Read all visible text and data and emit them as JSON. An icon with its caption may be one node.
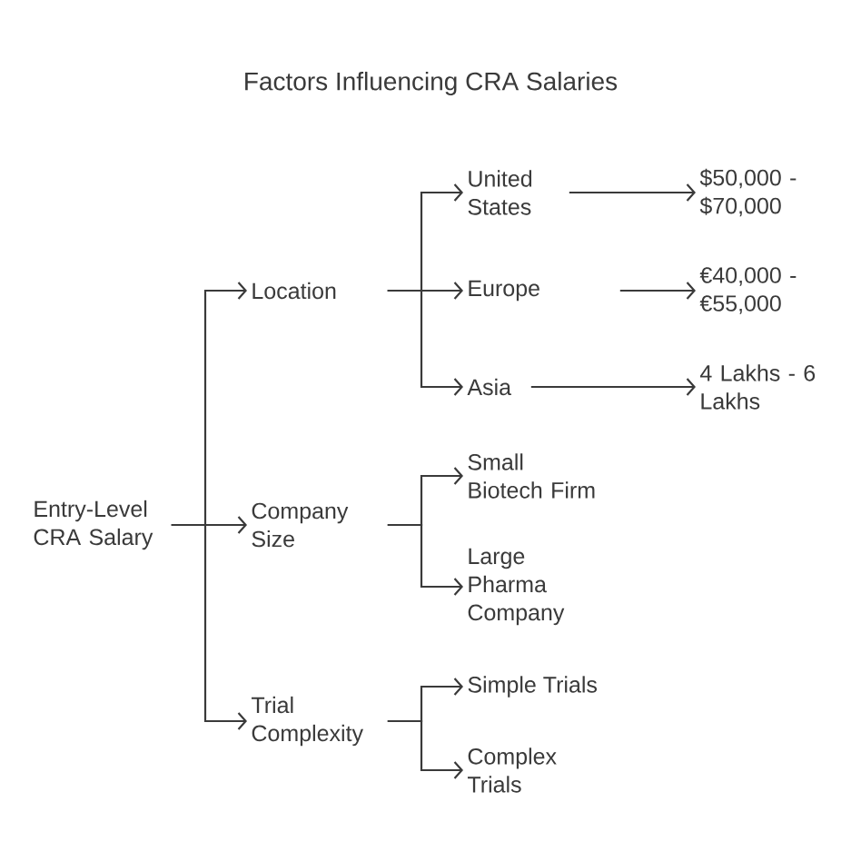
{
  "diagram": {
    "title": "Factors Influencing CRA Salaries",
    "nodes": [
      {
        "text": [
          "Entry-Level CRA Salary"
        ]
      },
      {
        "text": [
          "Location"
        ]
      },
      {
        "text": [
          "Company Size"
        ]
      },
      {
        "text": [
          "Trial Complexity"
        ]
      },
      {
        "text": [
          "United States"
        ]
      },
      {
        "text": [
          "Europe"
        ]
      },
      {
        "text": [
          "Asia"
        ]
      },
      {
        "text": [
          "$50,000 - $70,000"
        ]
      },
      {
        "text": [
          "€40,000 - €55,000"
        ]
      },
      {
        "text": [
          "4 Lakhs - 6 Lakhs"
        ]
      },
      {
        "text": [
          "Small Biotech Firm"
        ]
      },
      {
        "text": [
          "Large Pharma Company"
        ]
      },
      {
        "text": [
          "Simple Trials"
        ]
      },
      {
        "text": [
          "Complex Trials"
        ]
      }
    ],
    "edges": [
      {
        "from": 0,
        "to": 1,
        "arrow": "to"
      },
      {
        "from": 0,
        "to": 2,
        "arrow": "to"
      },
      {
        "from": 0,
        "to": 3,
        "arrow": "to"
      },
      {
        "from": 1,
        "to": 4,
        "arrow": "to"
      },
      {
        "from": 1,
        "to": 5,
        "arrow": "to"
      },
      {
        "from": 1,
        "to": 6,
        "arrow": "to"
      },
      {
        "from": 4,
        "to": 7,
        "arrow": "to"
      },
      {
        "from": 5,
        "to": 8,
        "arrow": "to"
      },
      {
        "from": 6,
        "to": 9,
        "arrow": "to"
      },
      {
        "from": 2,
        "to": 10,
        "arrow": "to"
      },
      {
        "from": 2,
        "to": 11,
        "arrow": "to"
      },
      {
        "from": 3,
        "to": 12,
        "arrow": "to"
      },
      {
        "from": 3,
        "to": 13,
        "arrow": "to"
      }
    ]
  }
}
